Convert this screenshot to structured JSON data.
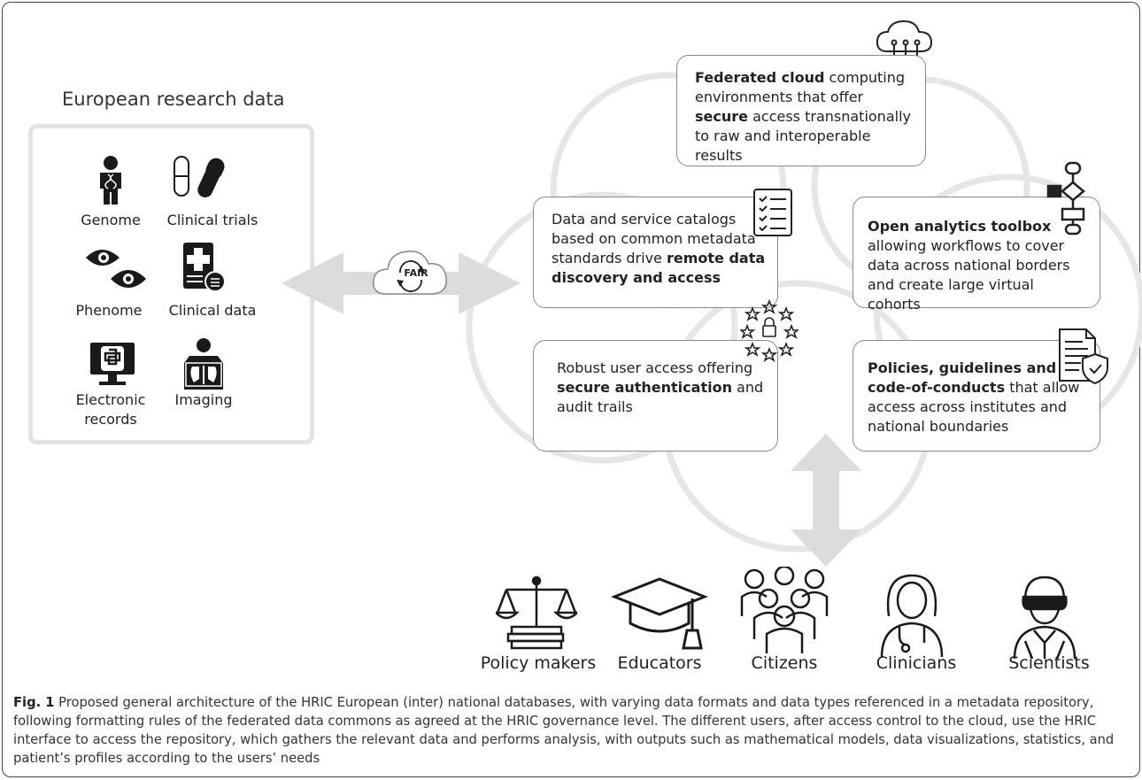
{
  "panel_title": "European research data",
  "sources": [
    {
      "label": "Genome",
      "icon": "genome-icon"
    },
    {
      "label": "Clinical trials",
      "icon": "pills-icon"
    },
    {
      "label": "Phenome",
      "icon": "eyes-icon"
    },
    {
      "label": "Clinical data",
      "icon": "medical-record-icon"
    },
    {
      "label": "Electronic records",
      "icon": "monitor-icon"
    },
    {
      "label": "Imaging",
      "icon": "xray-icon"
    }
  ],
  "fair_label": "FAIR",
  "boxes": {
    "cloud": {
      "b1": "Federated cloud",
      "t1": " computing environments that offer ",
      "b2": "secure",
      "t2": " access transnationally to raw and interoperable results"
    },
    "catalog": {
      "t1": "Data and service catalogs based on common metadata standards drive ",
      "b1": "remote data discovery and access"
    },
    "analytics": {
      "b1": "Open analytics toolbox",
      "t1": " allowing workflows to cover data across national borders and create large virtual cohorts"
    },
    "access": {
      "t1": "Robust user access offering ",
      "b1": "secure authentication",
      "t2": " and audit trails"
    },
    "policies": {
      "b1": "Policies, guidelines and code-of-conducts",
      "t1": " that allow access across institutes and national boundaries"
    }
  },
  "users": [
    {
      "label": "Policy makers",
      "icon": "scales-icon"
    },
    {
      "label": "Educators",
      "icon": "graduation-cap-icon"
    },
    {
      "label": "Citizens",
      "icon": "crowd-icon"
    },
    {
      "label": "Clinicians",
      "icon": "clinician-icon"
    },
    {
      "label": "Scientists",
      "icon": "scientist-icon"
    }
  ],
  "caption": {
    "fig": "Fig. 1",
    "text": " Proposed general architecture of the HRIC European (inter) national databases, with varying data formats and data types referenced in a metadata repository, following formatting rules of the federated data commons as agreed at the HRIC governance level. The different users, after access control to the cloud, use the HRIC interface to access the repository, which gathers the relevant data and performs analysis, with outputs such as mathematical models, data visualizations, statistics, and patient’s profiles according to the users’ needs"
  },
  "colors": {
    "arrow": "#dcdcdc",
    "cloud_outline": "#e6e6e6",
    "box_border": "#8a8a8a",
    "icon": "#1a1a1a"
  }
}
